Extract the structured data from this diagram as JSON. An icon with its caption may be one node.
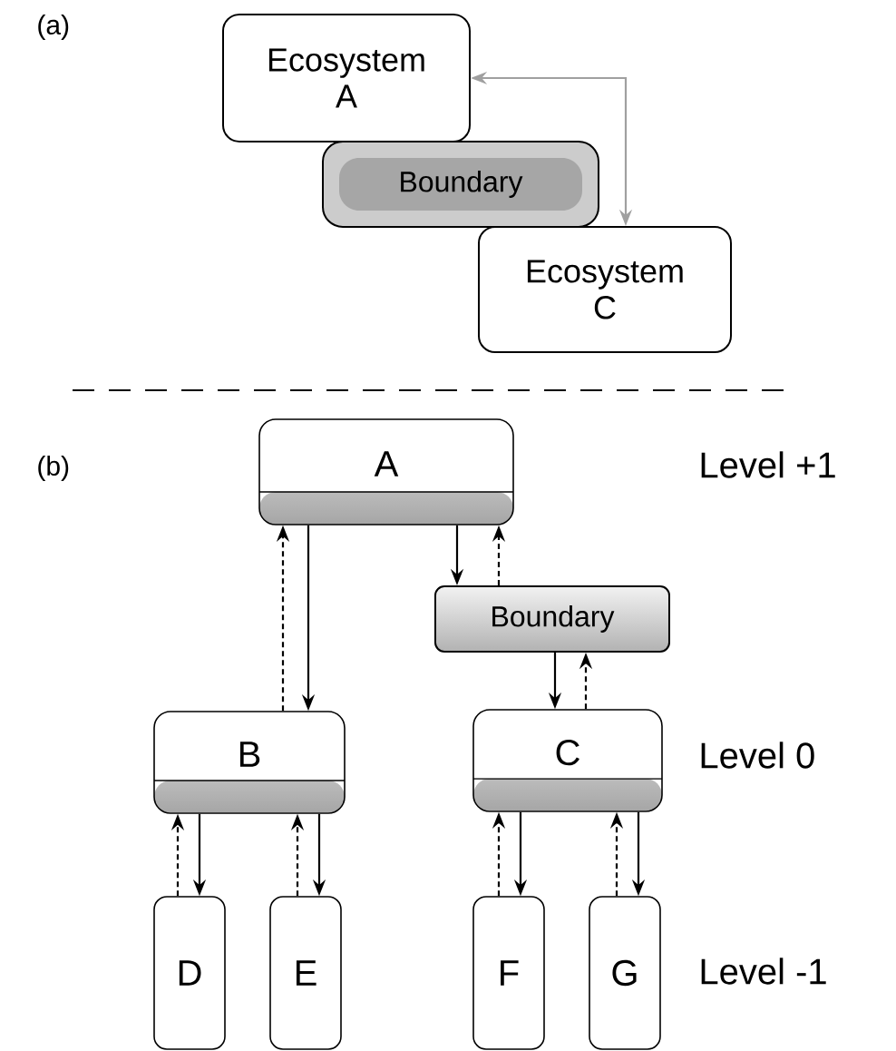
{
  "diagram": {
    "nodes": [
      {
        "text": [
          "Ecosystem A"
        ]
      },
      {
        "text": [
          "Boundary"
        ]
      },
      {
        "text": [
          "Ecosystem C"
        ]
      },
      {
        "text": [
          "A"
        ]
      },
      {
        "text": [
          "Boundary"
        ]
      },
      {
        "text": [
          "B"
        ]
      },
      {
        "text": [
          "C"
        ]
      },
      {
        "text": [
          "D"
        ]
      },
      {
        "text": [
          "E"
        ]
      },
      {
        "text": [
          "F"
        ]
      },
      {
        "text": [
          "G"
        ]
      }
    ],
    "edges": [
      {
        "from": 0,
        "to": 2,
        "arrow": "both",
        "color": "#a0a0a0"
      },
      {
        "from": 3,
        "to": 5,
        "arrow": "to"
      },
      {
        "from": 5,
        "to": 3,
        "arrow": "to",
        "style": "dashed"
      },
      {
        "from": 3,
        "to": 4,
        "arrow": "to"
      },
      {
        "from": 4,
        "to": 3,
        "arrow": "to",
        "style": "dashed"
      },
      {
        "from": 4,
        "to": 6,
        "arrow": "to"
      },
      {
        "from": 6,
        "to": 4,
        "arrow": "to",
        "style": "dashed"
      },
      {
        "from": 5,
        "to": 7,
        "arrow": "to"
      },
      {
        "from": 7,
        "to": 5,
        "arrow": "to",
        "style": "dashed"
      },
      {
        "from": 5,
        "to": 8,
        "arrow": "to"
      },
      {
        "from": 8,
        "to": 5,
        "arrow": "to",
        "style": "dashed"
      },
      {
        "from": 6,
        "to": 9,
        "arrow": "to"
      },
      {
        "from": 9,
        "to": 6,
        "arrow": "to",
        "style": "dashed"
      },
      {
        "from": 6,
        "to": 10,
        "arrow": "to"
      },
      {
        "from": 10,
        "to": 6,
        "arrow": "to",
        "style": "dashed"
      }
    ],
    "labels": [
      "(a)",
      "(b)",
      "Level +1",
      "Level 0",
      "Level -1"
    ]
  }
}
